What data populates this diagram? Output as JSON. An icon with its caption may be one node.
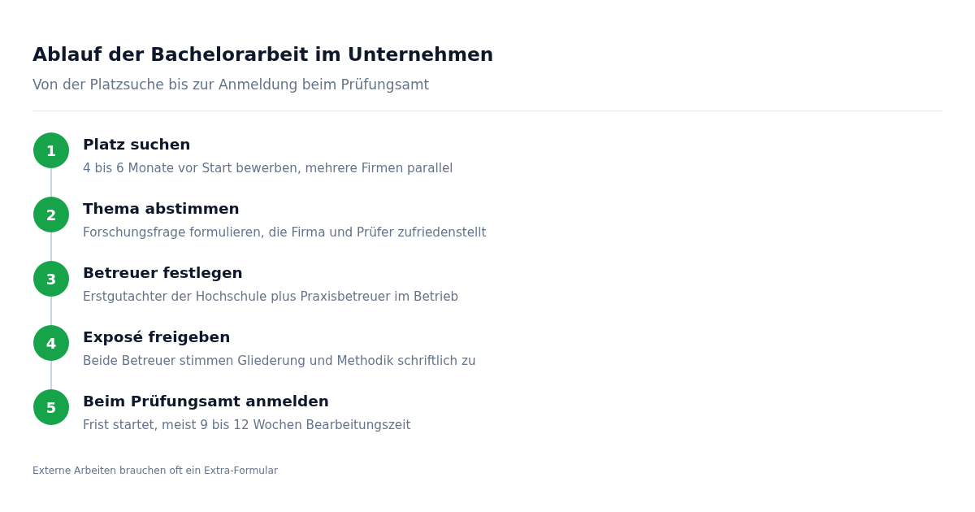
{
  "diagram": {
    "title": "Ablauf der Bachelorarbeit im Unternehmen",
    "caption": "Externe Arbeiten brauchen oft ein Extra-Formular",
    "nodes": [
      {
        "text": [
          "1"
        ],
        "beside": [
          "Platz suchen",
          "4 bis 6 Monate vor Start bewerben, mehrere Firmen parallel"
        ]
      },
      {
        "text": [
          "2"
        ],
        "beside": [
          "Thema abstimmen",
          "Forschungsfrage formulieren, die Firma und Prüfer zufriedenstellt"
        ]
      },
      {
        "text": [
          "3"
        ],
        "beside": [
          "Betreuer festlegen",
          "Erstgutachter der Hochschule plus Praxisbetreuer im Betrieb"
        ]
      },
      {
        "text": [
          "4"
        ],
        "beside": [
          "Exposé freigeben",
          "Beide Betreuer stimmen Gliederung und Methodik schriftlich zu"
        ]
      },
      {
        "text": [
          "5"
        ],
        "beside": [
          "Beim Prüfungsamt anmelden",
          "Frist startet, meist 9 bis 12 Wochen Bearbeitungszeit"
        ]
      }
    ],
    "edges": [
      {
        "from": 0,
        "to": 1,
        "arrow": "none"
      },
      {
        "from": 1,
        "to": 2,
        "arrow": "none"
      },
      {
        "from": 2,
        "to": 3,
        "arrow": "none"
      },
      {
        "from": 3,
        "to": 4,
        "arrow": "none"
      }
    ],
    "labels": [
      "Von der Platzsuche bis zur Anmeldung beim Prüfungsamt"
    ]
  }
}
